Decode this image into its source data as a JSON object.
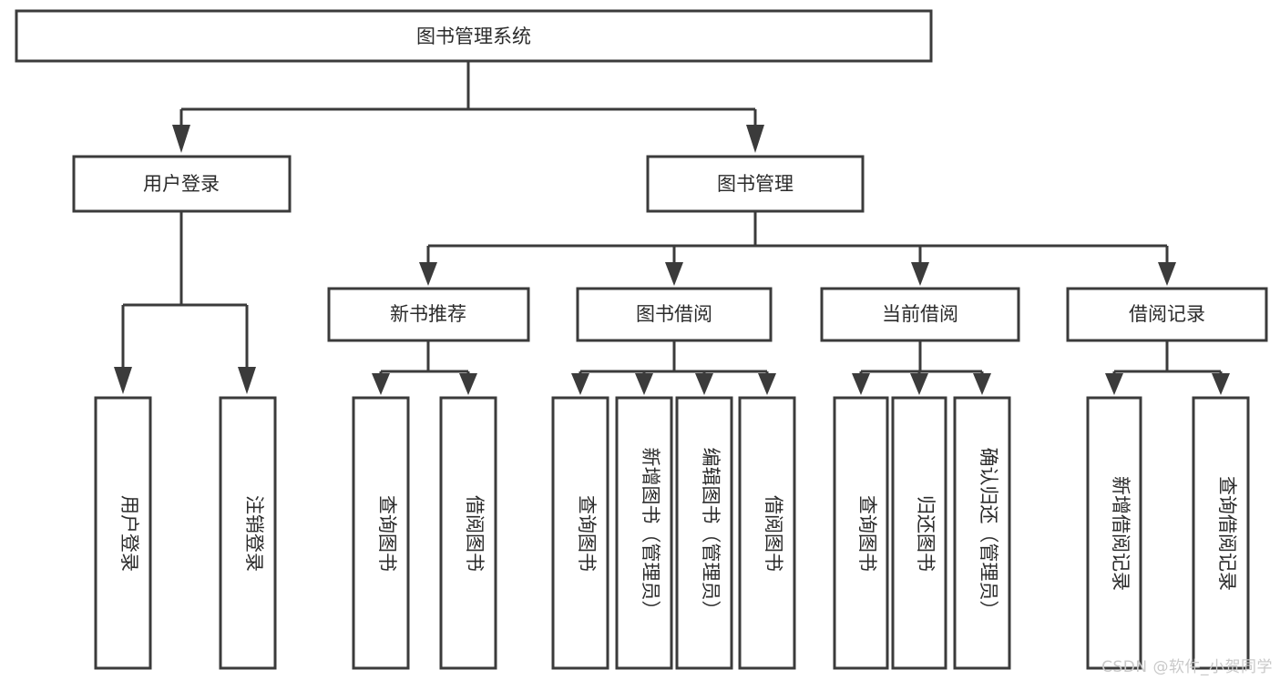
{
  "diagram": {
    "title": "图书管理系统",
    "type": "tree-hierarchy-diagram",
    "watermark": "CSDN @软件_小贺同学",
    "colors": {
      "stroke": "#3b3b3b",
      "box_fill": "#ffffff",
      "text": "#2b2b2b",
      "background": "#ffffff",
      "watermark": "#c9c9c9"
    },
    "levels": {
      "root": {
        "label": "图书管理系统",
        "orientation": "horizontal"
      },
      "level2": [
        {
          "label": "用户登录",
          "orientation": "horizontal"
        },
        {
          "label": "图书管理",
          "orientation": "horizontal"
        }
      ],
      "level3": [
        {
          "label": "新书推荐",
          "orientation": "horizontal"
        },
        {
          "label": "图书借阅",
          "orientation": "horizontal"
        },
        {
          "label": "当前借阅",
          "orientation": "horizontal"
        },
        {
          "label": "借阅记录",
          "orientation": "horizontal"
        }
      ],
      "leaves": {
        "user_login": [
          {
            "label": "用户登录",
            "orientation": "vertical"
          },
          {
            "label": "注销登录",
            "orientation": "vertical"
          }
        ],
        "new_book_recommend": [
          {
            "label": "查询图书",
            "orientation": "vertical"
          },
          {
            "label": "借阅图书",
            "orientation": "vertical"
          }
        ],
        "book_borrow": [
          {
            "label": "查询图书",
            "orientation": "vertical"
          },
          {
            "label": "新增图书（管理员）",
            "orientation": "vertical"
          },
          {
            "label": "编辑图书（管理员）",
            "orientation": "vertical"
          },
          {
            "label": "借阅图书",
            "orientation": "vertical"
          }
        ],
        "current_borrow": [
          {
            "label": "查询图书",
            "orientation": "vertical"
          },
          {
            "label": "归还图书",
            "orientation": "vertical"
          },
          {
            "label": "确认归还（管理员）",
            "orientation": "vertical"
          }
        ],
        "borrow_record": [
          {
            "label": "新增借阅记录",
            "orientation": "vertical"
          },
          {
            "label": "查询借阅记录",
            "orientation": "vertical"
          }
        ]
      }
    }
  }
}
